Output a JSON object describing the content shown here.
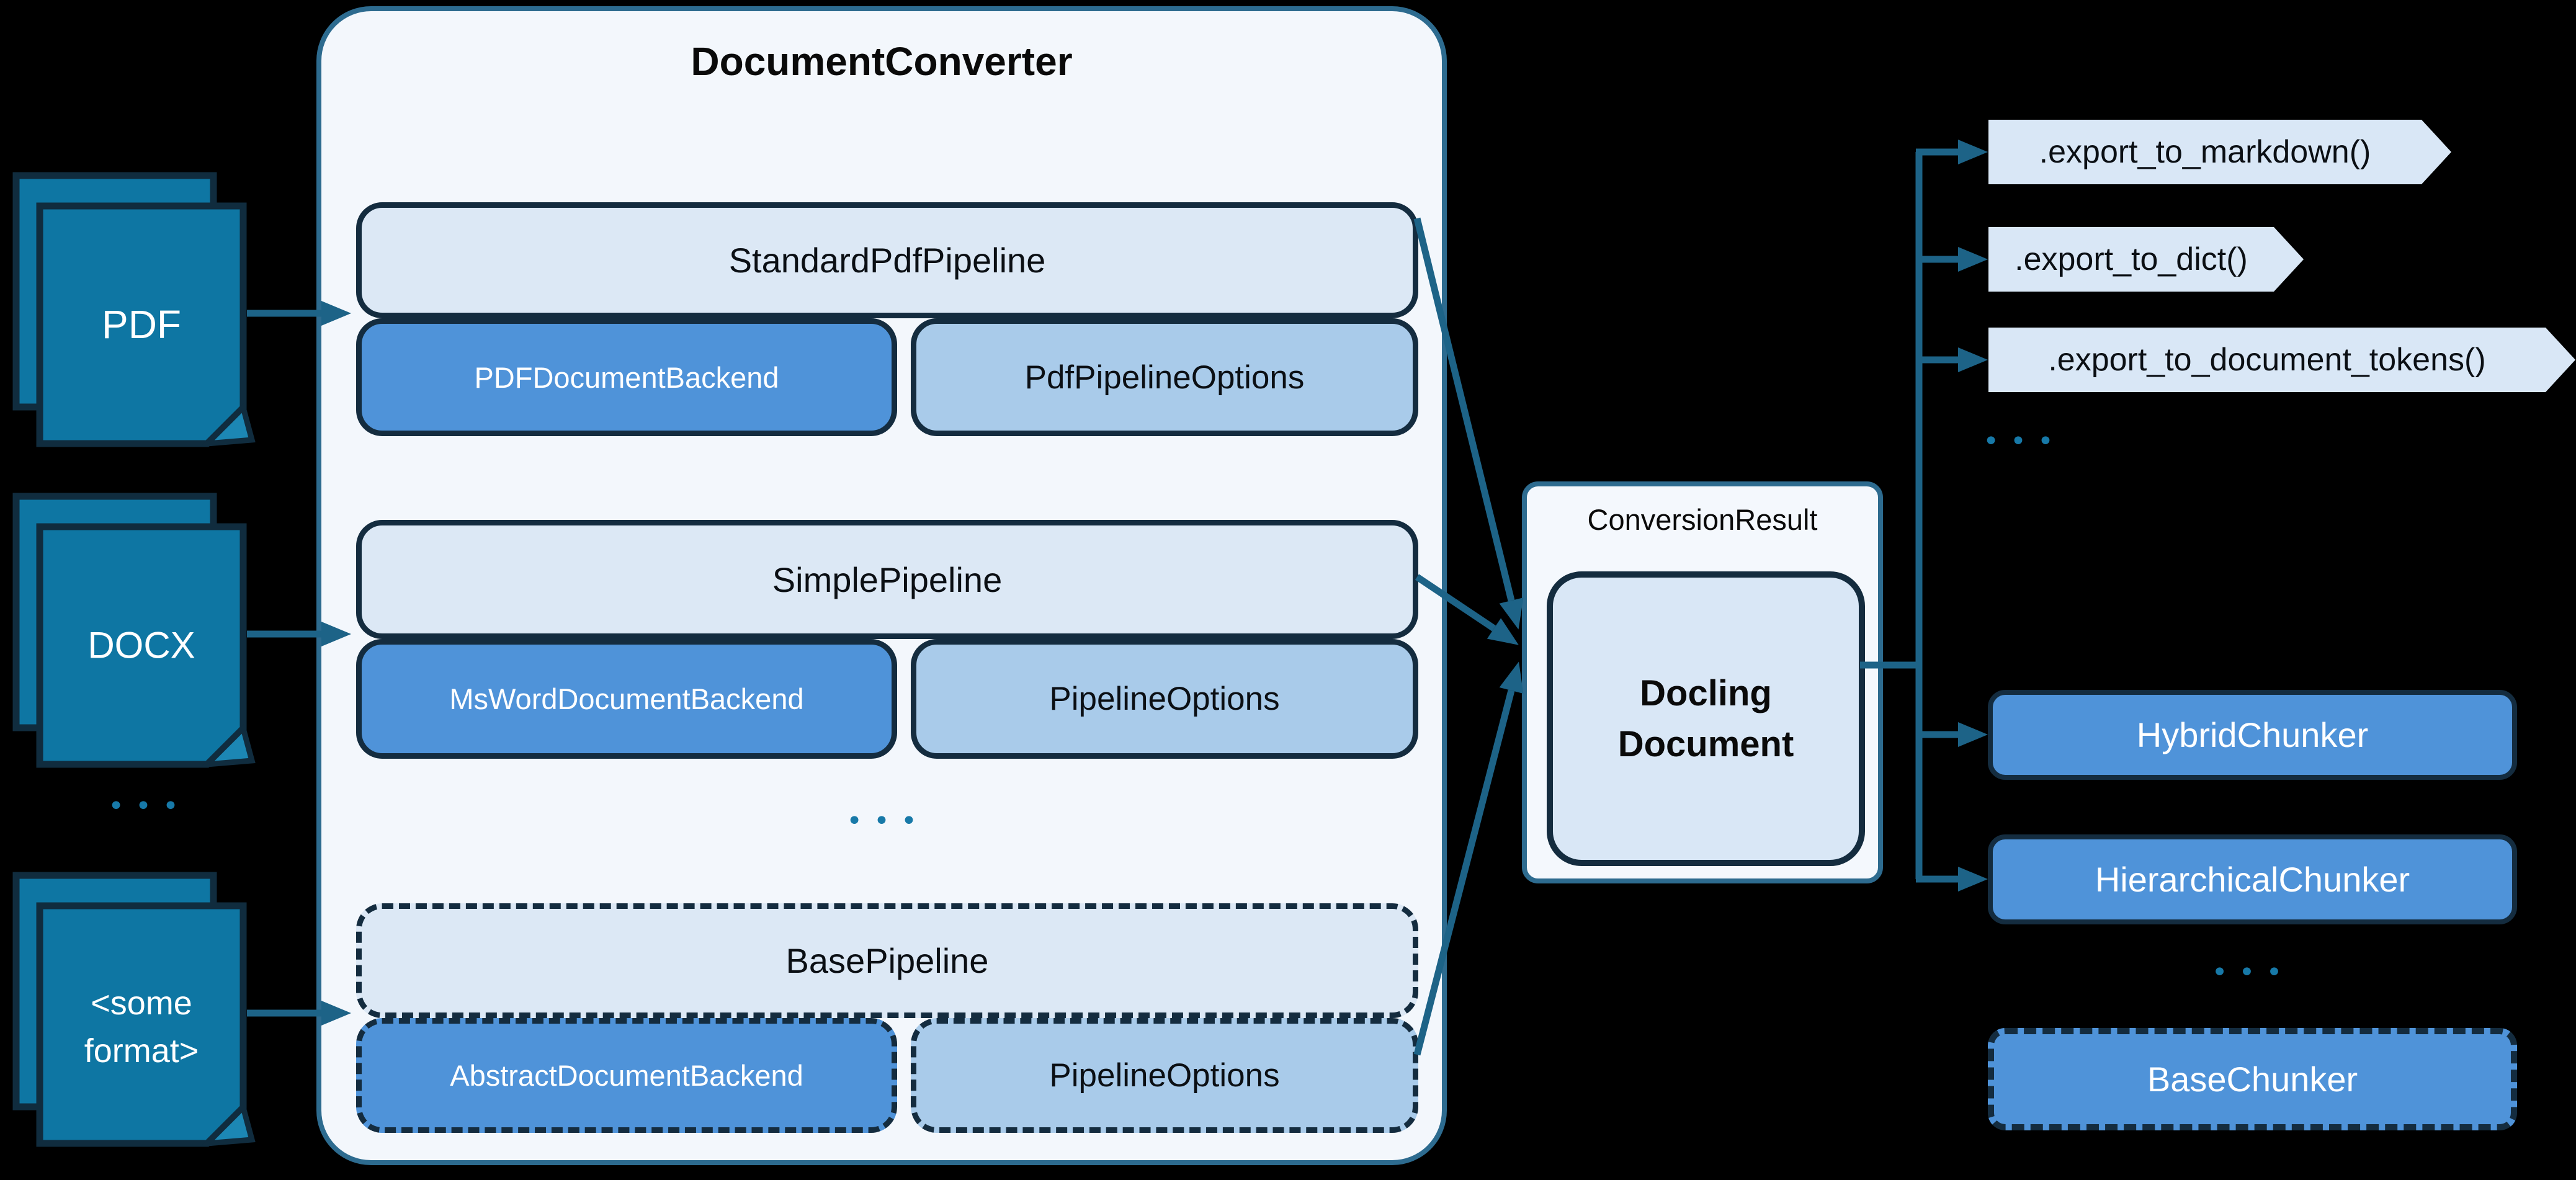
{
  "colors": {
    "background": "#000000",
    "accent_teal": "#1d6387",
    "container_fill": "#f3f7fc",
    "container_border": "#2d6b8f",
    "box_border_dark": "#142c3f",
    "pipeline_fill": "#dce8f5",
    "backend_fill": "#4f93d9",
    "options_fill": "#a9cbea",
    "doc_fill": "#0e76a3",
    "doc_border": "#102c3e",
    "tag_fill": "#d9e7f6",
    "dots": "#1779a8"
  },
  "inputs": {
    "pdf": {
      "label": "PDF"
    },
    "docx": {
      "label": "DOCX"
    },
    "ellipsis": "•••",
    "some_format": {
      "line1": "<some",
      "line2": "format>"
    }
  },
  "converter": {
    "title": "DocumentConverter",
    "pipelines": [
      {
        "name": "StandardPdfPipeline",
        "backend": "PDFDocumentBackend",
        "options": "PdfPipelineOptions"
      },
      {
        "name": "SimplePipeline",
        "backend": "MsWordDocumentBackend",
        "options": "PipelineOptions"
      },
      {
        "name": "BasePipeline",
        "backend": "AbstractDocumentBackend",
        "options": "PipelineOptions"
      }
    ],
    "ellipsis": "•••"
  },
  "result": {
    "label": "ConversionResult",
    "doc_line1": "Docling",
    "doc_line2": "Document"
  },
  "exports": {
    "items": [
      {
        "label": ".export_to_markdown()"
      },
      {
        "label": ".export_to_dict()"
      },
      {
        "label": ".export_to_document_tokens()"
      }
    ],
    "ellipsis": "•••"
  },
  "chunkers": {
    "hybrid": {
      "label": "HybridChunker"
    },
    "hierarchical": {
      "label": "HierarchicalChunker"
    },
    "ellipsis": "•••",
    "base": {
      "label": "BaseChunker"
    }
  }
}
